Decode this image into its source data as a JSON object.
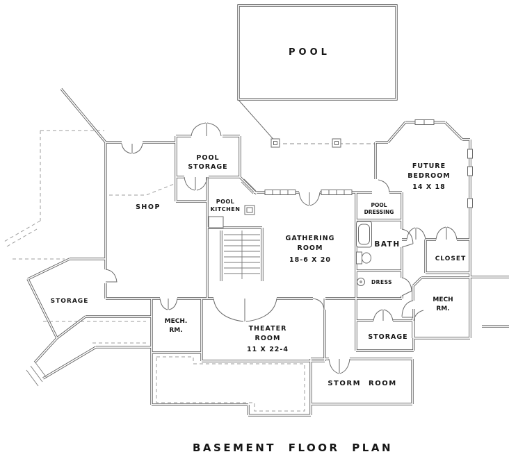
{
  "title": "BASEMENT FLOOR PLAN",
  "labels": {
    "pool": [
      "POOL"
    ],
    "pool_storage": [
      "POOL",
      "STORAGE"
    ],
    "shop": [
      "SHOP"
    ],
    "pool_kitchen": [
      "POOL",
      "KITCHEN"
    ],
    "gathering": [
      "GATHERING",
      "ROOM",
      "18-6 X 20"
    ],
    "future_bedroom": [
      "FUTURE",
      "BEDROOM",
      "14 X 18"
    ],
    "pool_dressing": [
      "POOL",
      "DRESSING"
    ],
    "bath": [
      "BATH"
    ],
    "dress": [
      "DRESS"
    ],
    "closet": [
      "CLOSET"
    ],
    "mech_right": [
      "MECH",
      "RM."
    ],
    "storage_left": [
      "STORAGE"
    ],
    "mech_left": [
      "MECH.",
      "RM."
    ],
    "theater": [
      "THEATER",
      "ROOM",
      "11 X 22-4"
    ],
    "storage_bottom": [
      "STORAGE"
    ],
    "storm": [
      "STORM ROOM"
    ]
  },
  "colors": {
    "wall": "#585858",
    "thin_line": "#6b6b6b",
    "dashed_line": "#9b9b9b",
    "label_text": "#161616",
    "background": "#ffffff"
  }
}
